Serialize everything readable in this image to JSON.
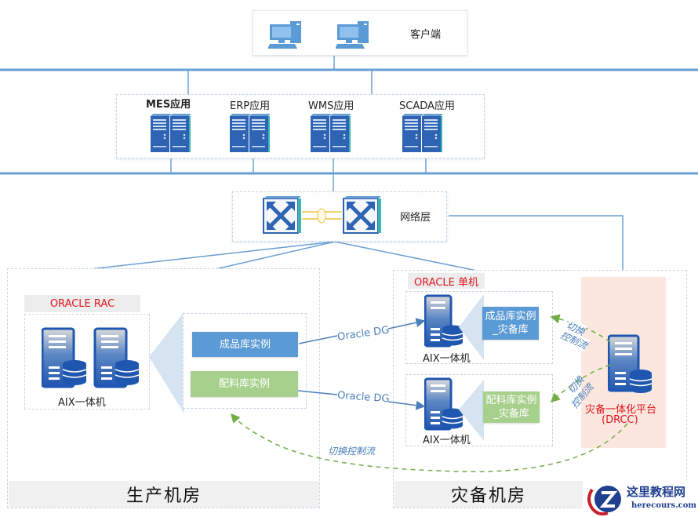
{
  "client_layer": {
    "label": "客户端",
    "icons": [
      "desktop-computer-icon",
      "desktop-computer-icon"
    ]
  },
  "app_layer": {
    "apps": [
      {
        "label": "MES应用",
        "bold": true
      },
      {
        "label": "ERP应用",
        "bold": false
      },
      {
        "label": "WMS应用",
        "bold": false
      },
      {
        "label": "SCADA应用",
        "bold": false
      }
    ]
  },
  "network_layer": {
    "label": "网络层"
  },
  "production_room": {
    "title": "生产机房",
    "cluster_tag": "ORACLE RAC",
    "host_label": "AIX一体机",
    "instances": [
      {
        "label": "成品库实例",
        "color": "#5b9bd5"
      },
      {
        "label": "配料库实例",
        "color": "#a8d08d"
      }
    ]
  },
  "dr_room": {
    "title": "灾备机房",
    "single_tag": "ORACLE 单机",
    "hosts": [
      {
        "label": "AIX一体机",
        "instance_line1": "成品库实例",
        "instance_line2": "_灾备库",
        "color": "#5b9bd5"
      },
      {
        "label": "AIX一体机",
        "instance_line1": "配料库实例",
        "instance_line2": "_灾备库",
        "color": "#a8d08d"
      }
    ],
    "platform": {
      "line1": "灾备一体化平台",
      "line2": "(DRCC)",
      "color": "#e0141e"
    }
  },
  "flows": {
    "replication_label_1": "Oracle DG",
    "replication_label_2": "Oracle DG",
    "control_label_top_1": "切换",
    "control_label_top_2": "控制流",
    "control_label_mid_1": "切换",
    "control_label_mid_2": "控制流",
    "control_label_bottom": "切换控制流"
  },
  "watermark": {
    "title": "这里教程网",
    "subtitle": "herecours.com"
  },
  "colors": {
    "bus_line": "#6a9fd4",
    "dg_arrow": "#4a7ebb",
    "control_arrow": "#70ad47",
    "accent_red": "#e0141e"
  }
}
